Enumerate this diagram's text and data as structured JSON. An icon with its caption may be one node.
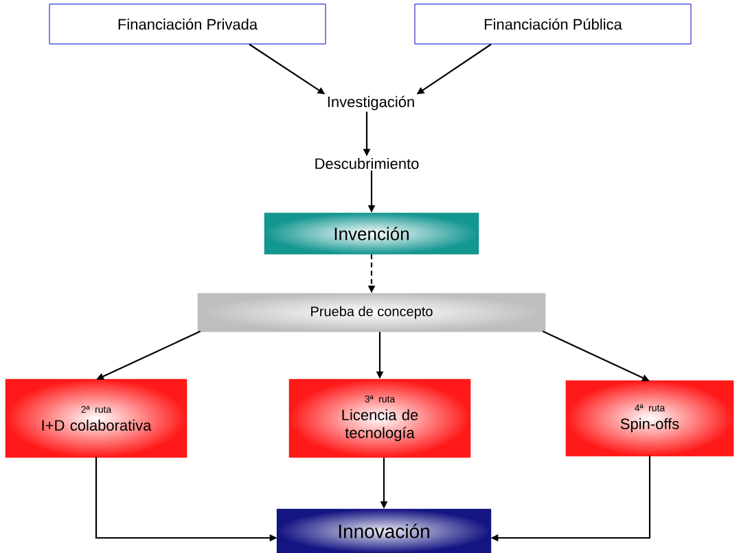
{
  "diagram": {
    "nodes": [
      {
        "text": [
          "Financiación Privada"
        ]
      },
      {
        "text": [
          "Financiación Pública"
        ]
      },
      {
        "text": [
          "Investigación"
        ]
      },
      {
        "text": [
          "Descubrimiento"
        ]
      },
      {
        "text": [
          "Invención"
        ]
      },
      {
        "text": [
          "Prueba de concepto"
        ]
      },
      {
        "text": [
          "2ª ruta",
          "I+D colaborativa"
        ]
      },
      {
        "text": [
          "3ª ruta",
          "Licencia de tecnología"
        ]
      },
      {
        "text": [
          "4ª ruta",
          "Spin-offs"
        ]
      },
      {
        "text": [
          "Innovación"
        ]
      }
    ],
    "edges": [
      {
        "from": 0,
        "to": 2,
        "arrow": "to"
      },
      {
        "from": 1,
        "to": 2,
        "arrow": "to"
      },
      {
        "from": 2,
        "to": 3,
        "arrow": "to"
      },
      {
        "from": 3,
        "to": 4,
        "arrow": "to"
      },
      {
        "from": 4,
        "to": 5,
        "arrow": "to",
        "style": "dashed"
      },
      {
        "from": 5,
        "to": 6,
        "arrow": "to"
      },
      {
        "from": 5,
        "to": 7,
        "arrow": "to"
      },
      {
        "from": 5,
        "to": 8,
        "arrow": "to"
      },
      {
        "from": 6,
        "to": 9,
        "arrow": "to"
      },
      {
        "from": 7,
        "to": 9,
        "arrow": "to"
      },
      {
        "from": 8,
        "to": 9,
        "arrow": "to"
      }
    ]
  }
}
